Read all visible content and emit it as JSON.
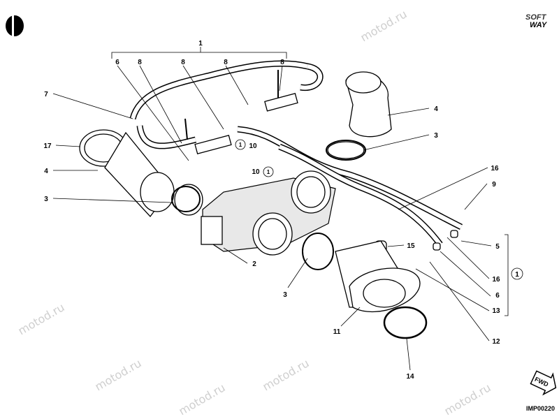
{
  "watermark": "motod.ru",
  "logo": {
    "line1": "SOFT",
    "line2": "WAY"
  },
  "drawing_code": "IMP00220",
  "fwd_label": "FWD",
  "callouts": {
    "c1_top": "1",
    "c6_top": "6",
    "c8_a": "8",
    "c8_b": "8",
    "c8_c": "8",
    "c8_d": "8",
    "c7": "7",
    "c17": "17",
    "c4_left": "4",
    "c3_left": "3",
    "c10_a": "10",
    "c10_b": "10",
    "c1_ref_a": "1",
    "c1_ref_b": "1",
    "c4_right": "4",
    "c3_right": "3",
    "c16_top": "16",
    "c9": "9",
    "c5": "5",
    "c16_bottom": "16",
    "c6_right": "6",
    "c1_right": "1",
    "c15": "15",
    "c2": "2",
    "c3_bottom": "3",
    "c11": "11",
    "c13": "13",
    "c12": "12",
    "c14": "14"
  }
}
